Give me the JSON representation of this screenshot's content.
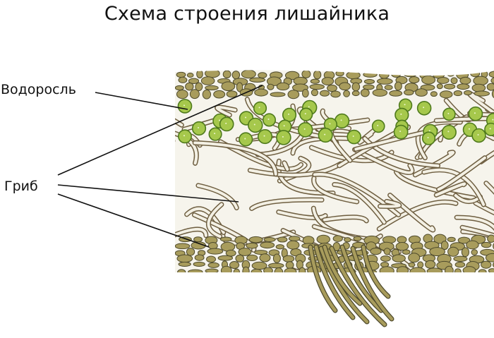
{
  "title": "Схема строения лишайника",
  "labels": {
    "alga": "Водоросль",
    "fungus": "Гриб"
  },
  "colors": {
    "cortex_cell": "#a89c5c",
    "cell_outline": "#4e4a2c",
    "alga_cell": "#a6c84c",
    "alga_outline": "#4f7a1c",
    "hypha_fill": "#f3f0e4",
    "hypha_outline": "#6e5e40",
    "thallus_bg": "#f6f4ec"
  }
}
